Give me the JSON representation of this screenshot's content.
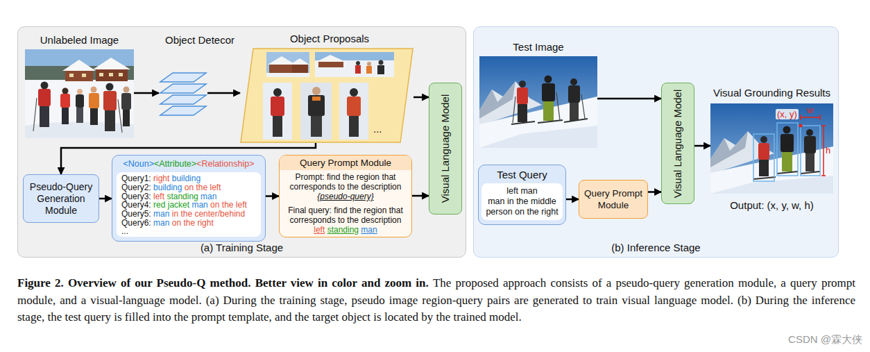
{
  "diagram": {
    "caption": "Figure 2. Overview of our Pseudo-Q method. Better view in color and zoom in. The proposed approach consists of a pseudo-query generation module, a query prompt module, and a visual-language model. (a) During the training stage, pseudo image region-query pairs are generated to train visual language model. (b) During the inference stage, the test query is filled into the prompt template, and the target object is located by the trained model.",
    "nodes": [
      {
        "text": [
          "(a) Training Stage"
        ]
      },
      {
        "text": [
          "Unlabeled Image"
        ],
        "in": 0
      },
      {
        "text": [
          "Object Detecor"
        ],
        "in": 0
      },
      {
        "text": [
          "Object Proposals",
          "..."
        ],
        "in": 0
      },
      {
        "text": [
          "Visual Language Model"
        ],
        "in": 0
      },
      {
        "text": [
          "Pseudo-Query Generation Module"
        ],
        "in": 0
      },
      {
        "text": [
          "<Noun><Attribute><Relationship>",
          "Query1: right building",
          "Query2: building on the left",
          "Query3: left standing man",
          "Query4: red jacket man on the left",
          "Query5: man in the center/behind",
          "Query6: man on the right",
          "..."
        ],
        "in": 0
      },
      {
        "text": [
          "Query Prompt Module",
          "Prompt: find the region that corresponds to the description {pseudo-query}",
          "Final query: find the region that corresponds to the description left standing man"
        ],
        "in": 0
      },
      {
        "text": [
          "(b) Inference Stage"
        ]
      },
      {
        "text": [
          "Test Image"
        ],
        "in": 8
      },
      {
        "text": [
          "Visual Language Model"
        ],
        "in": 8
      },
      {
        "text": [
          "Visual Grounding Results",
          "w",
          "(x, y)",
          "h",
          "Output: (x, y, w, h)"
        ],
        "in": 8
      },
      {
        "text": [
          "Test Query",
          "left man",
          "man in the middle",
          "person on the right"
        ],
        "in": 8
      },
      {
        "text": [
          "Query Prompt Module"
        ],
        "in": 8
      }
    ],
    "edges": [
      {
        "from": 1,
        "to": 2,
        "arrow": "to"
      },
      {
        "from": 2,
        "to": 3,
        "arrow": "to"
      },
      {
        "from": 3,
        "to": 4,
        "arrow": "to"
      },
      {
        "from": 3,
        "to": 5,
        "arrow": "to"
      },
      {
        "from": 5,
        "to": 6,
        "arrow": "to"
      },
      {
        "from": 6,
        "to": 7,
        "arrow": "to"
      },
      {
        "from": 7,
        "to": 4,
        "arrow": "to"
      },
      {
        "from": 9,
        "to": 10,
        "arrow": "to"
      },
      {
        "from": 10,
        "to": 11,
        "arrow": "to"
      },
      {
        "from": 12,
        "to": 13,
        "arrow": "to"
      },
      {
        "from": 13,
        "to": 10,
        "arrow": "to"
      }
    ],
    "labels": [
      "CSDN @霖大侠"
    ]
  }
}
